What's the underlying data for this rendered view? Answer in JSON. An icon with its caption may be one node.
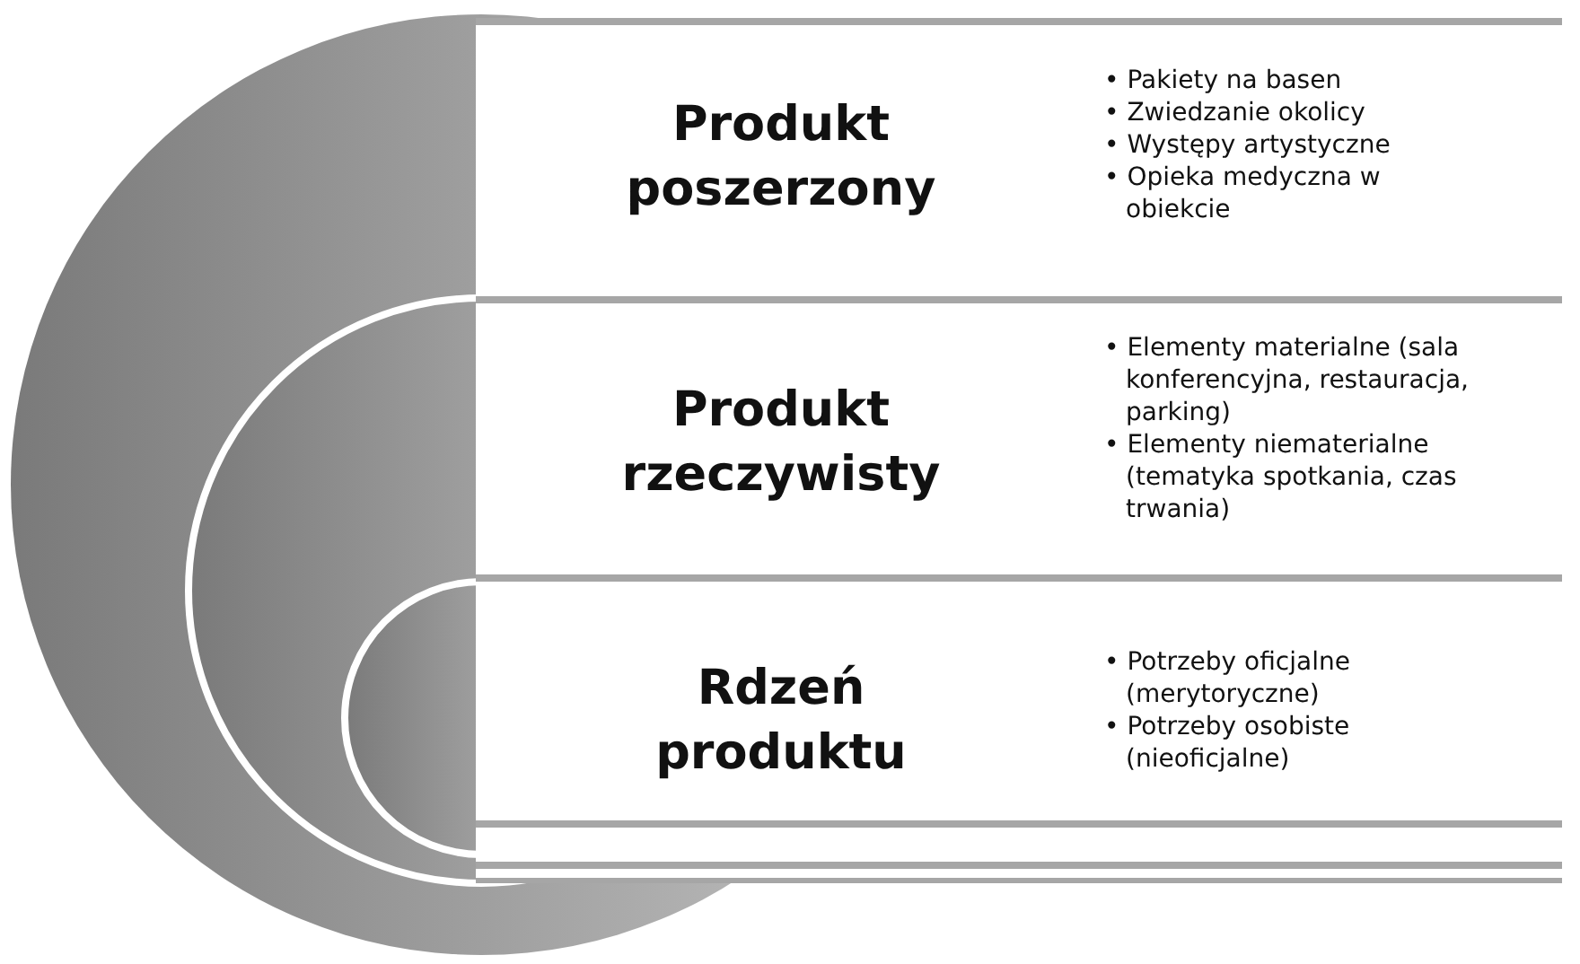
{
  "diagram": {
    "nodes": [
      {
        "text": [
          "Produkt poszerzony",
          "• Pakiety na basen",
          "• Zwiedzanie okolicy",
          "• Występy artystyczne",
          "• Opieka medyczna w obiekcie"
        ]
      },
      {
        "text": [
          "Produkt rzeczywisty",
          "• Elementy materialne (sala konferencyjna, restauracja, parking)",
          "• Elementy niematerialne (tematyka spotkania, czas trwania)"
        ]
      },
      {
        "text": [
          "Rdzeń produktu",
          "• Potrzeby oficjalne (merytoryczne)",
          "• Potrzeby osobiste (nieoficjalne)"
        ]
      },
      {
        "text": [],
        "shape": "bar"
      },
      {
        "text": [],
        "shape": "bar"
      }
    ]
  }
}
